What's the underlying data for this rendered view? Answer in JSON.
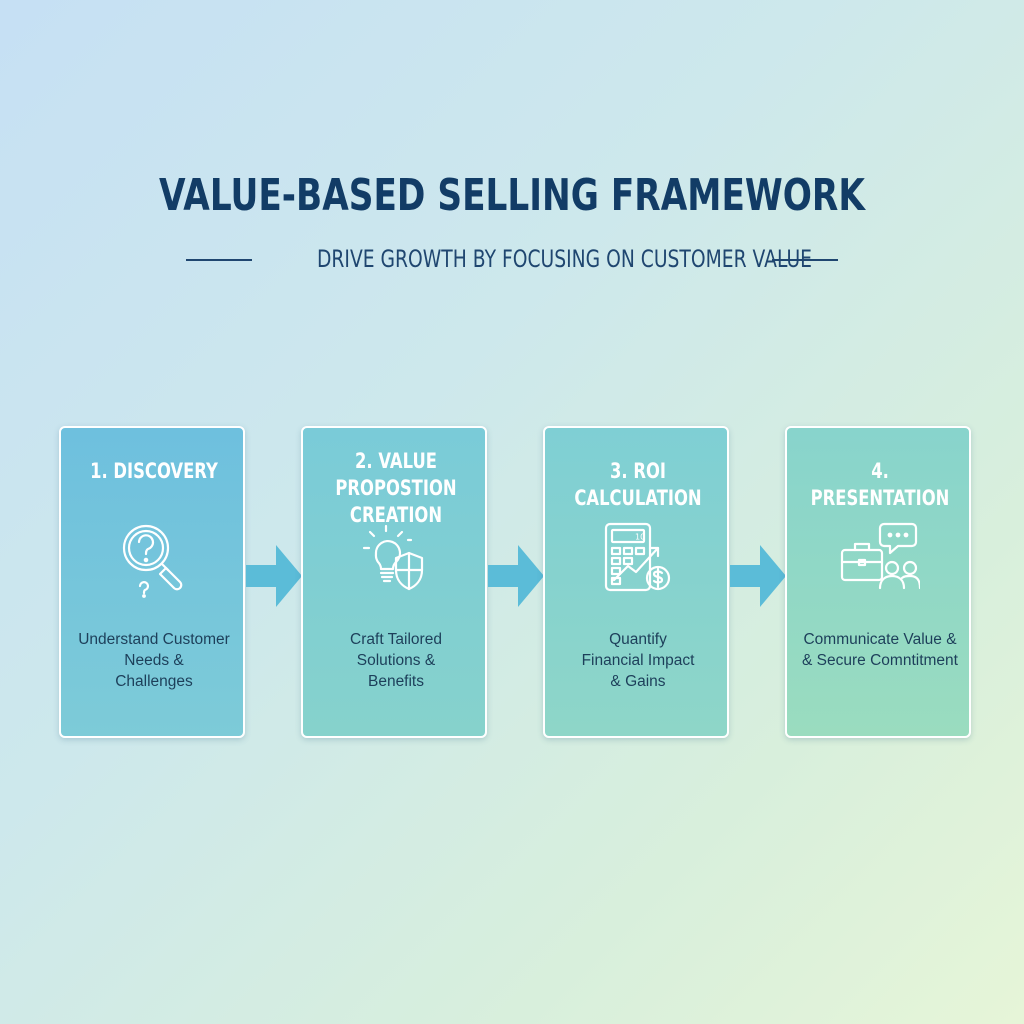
{
  "header": {
    "title": "VALUE-BASED SELLING FRAMEWORK",
    "subtitle": "DRIVE GROWTH BY FOCUSING ON CUSTOMER VALUE"
  },
  "steps": [
    {
      "title": "1. DISCOVERY",
      "icon": "magnifier-question-icon",
      "description": "Understand Customer\nNeeds &\nChallenges"
    },
    {
      "title": "2. VALUE PROPOSTION CREATION",
      "title_line1": "2. VALUE PROPOSTION",
      "title_line2": "CREATION",
      "icon": "lightbulb-shield-icon",
      "description": "Craft Tailored\nSolutions &\nBenefits"
    },
    {
      "title": "3. ROI CALCULATION",
      "icon": "calculator-chart-dollar-icon",
      "description": "Quantify\nFinancial Impact\n& Gains"
    },
    {
      "title": "4. PRESENTATION",
      "icon": "briefcase-chat-people-icon",
      "description": "Communicate Value &\n& Secure Comntitment"
    }
  ],
  "icon_labels": {
    "calculator_display": "10"
  },
  "colors": {
    "title": "#123c66",
    "arrow": "#5bbcd8",
    "card_border": "#ffffff",
    "card_text": "#1d3f5a"
  }
}
